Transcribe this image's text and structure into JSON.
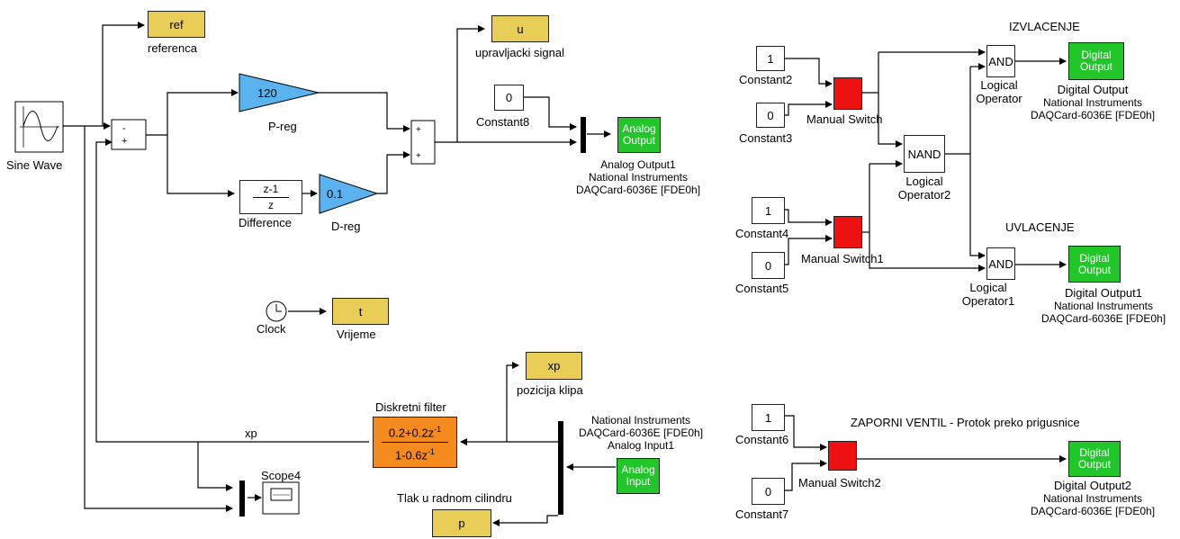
{
  "blocks": {
    "sine_wave": "Sine Wave",
    "ref_value": "ref",
    "ref_label": "referenca",
    "p_gain": "120",
    "p_label": "P-reg",
    "difference_num": "z-1",
    "difference_den": "z",
    "difference_label": "Difference",
    "d_gain": "0.1",
    "d_label": "D-reg",
    "u_value": "u",
    "u_label": "upravljacki signal",
    "constant8_value": "0",
    "constant8_label": "Constant8",
    "analog_output": "Analog Output",
    "analog_output_caption": [
      "Analog Output1",
      "National Instruments",
      "DAQCard-6036E [FDE0h]"
    ],
    "clock_label": "Clock",
    "t_value": "t",
    "t_label": "Vrijeme",
    "xp_value": "xp",
    "xp_label": "pozicija klipa",
    "filter_title": "Diskretni filter",
    "filter_num": "0.2+0.2z",
    "filter_den": "1-0.6z",
    "filter_exp": "-1",
    "xp_signal": "xp",
    "scope_label": "Scope4",
    "analog_input": "Analog Input",
    "analog_input_caption": [
      "National Instruments",
      "DAQCard-6036E [FDE0h]",
      "Analog Input1"
    ],
    "pressure_label": "Tlak u radnom cilindru",
    "p_value": "p",
    "sum_plus": "+",
    "sum_minus": "-"
  },
  "logic": {
    "izvlacenje": "IZVLACENJE",
    "uvlacenje": "UVLACENJE",
    "constant2_value": "1",
    "constant2_label": "Constant2",
    "constant3_value": "0",
    "constant3_label": "Constant3",
    "constant4_value": "1",
    "constant4_label": "Constant4",
    "constant5_value": "0",
    "constant5_label": "Constant5",
    "constant6_value": "1",
    "constant6_label": "Constant6",
    "constant7_value": "0",
    "constant7_label": "Constant7",
    "manual_switch": "Manual Switch",
    "manual_switch1": "Manual Switch1",
    "manual_switch2": "Manual Switch2",
    "and_text": "AND",
    "nand_text": "NAND",
    "logical_operator": [
      "Logical",
      "Operator"
    ],
    "logical_operator1": [
      "Logical",
      "Operator1"
    ],
    "logical_operator2": [
      "Logical",
      "Operator2"
    ],
    "digital_output": "Digital Output",
    "digital_output_caption": [
      "Digital Output",
      "National Instruments",
      "DAQCard-6036E [FDE0h]"
    ],
    "digital_output1_caption": [
      "Digital Output1",
      "National Instruments",
      "DAQCard-6036E [FDE0h]"
    ],
    "digital_output2_caption": [
      "Digital Output2",
      "National Instruments",
      "DAQCard-6036E [FDE0h]"
    ],
    "zaporni": "ZAPORNI  VENTIL - Protok preko prigusnice"
  },
  "colors": {
    "gain": "#5ab2ee",
    "display": "#e8cd56",
    "io": "#22c52a",
    "switch": "#ee1111",
    "filter": "#f58a1f"
  }
}
